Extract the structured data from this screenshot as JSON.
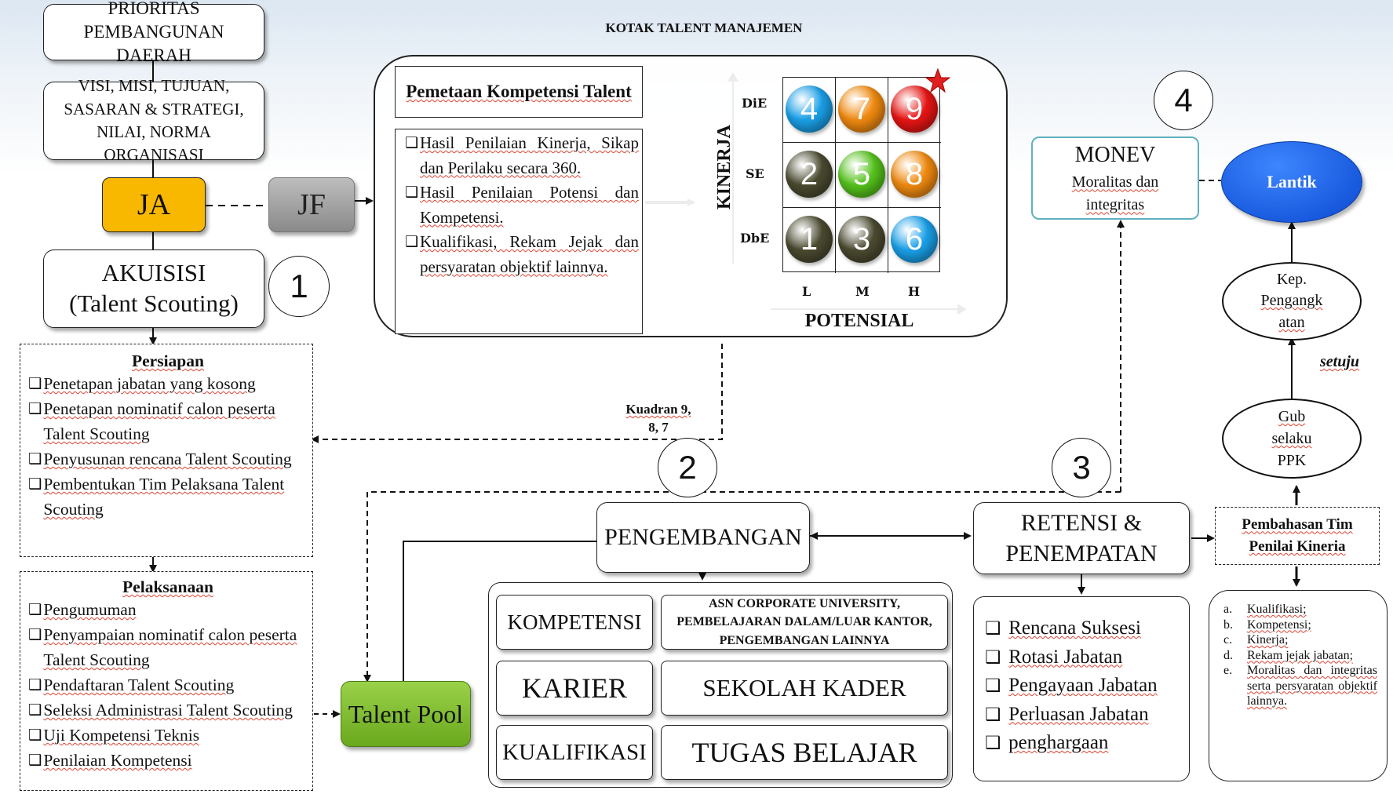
{
  "title": "KOTAK TALENT MANAJEMEN",
  "colors": {
    "ja": "#f9b800",
    "jf": "#9a9a9a",
    "talent_pool": "#7dbb2a",
    "lantik": "#0a55e0",
    "monev_border": "#5fb0c0"
  },
  "left": {
    "prioritas": "PRIORITAS PEMBANGUNAN DAERAH",
    "visi": "VISI, MISI, TUJUAN, SASARAN & STRATEGI, NILAI, NORMA ORGANISASI",
    "ja": "JA",
    "jf": "JF",
    "akuisisi_line1": "AKUISISI",
    "akuisisi_line2": "(Talent Scouting)",
    "step1": "1"
  },
  "persiapan": {
    "title": "Persiapan",
    "items": [
      "Penetapan jabatan yang kosong",
      "Penetapan nominatif calon peserta Talent Scouting",
      "Penyusunan rencana Talent Scouting",
      "Pembentukan Tim Pelaksana Talent Scouting"
    ]
  },
  "pelaksanaan": {
    "title": "Pelaksanaan",
    "items": [
      "Pengumuman",
      "Penyampaian nominatif calon peserta Talent Scouting",
      "Pendaftaran Talent Scouting",
      "Seleksi Administrasi Talent Scouting",
      "Uji Kompetensi Teknis",
      "Penilaian Kompetensi"
    ]
  },
  "pemetaan": {
    "title": "Pemetaan Kompetensi Talent",
    "items": [
      "Hasil Penilaian Kinerja, Sikap dan Perilaku secara 360.",
      "Hasil Penilaian Potensi dan Kompetensi.",
      "Kualifikasi, Rekam Jejak dan persyaratan objektif lainnya."
    ]
  },
  "matrix": {
    "y_label": "KINERJA",
    "x_label": "POTENSIAL",
    "rows": [
      "DiE",
      "SE",
      "DbE"
    ],
    "cols": [
      "L",
      "M",
      "H"
    ],
    "cells": [
      {
        "n": "4",
        "color": "#1aa0e8"
      },
      {
        "n": "7",
        "color": "#f08a10"
      },
      {
        "n": "9",
        "color": "#e81515"
      },
      {
        "n": "2",
        "color": "#4b4a30"
      },
      {
        "n": "5",
        "color": "#55c21c"
      },
      {
        "n": "8",
        "color": "#f08a10"
      },
      {
        "n": "1",
        "color": "#4b4a30"
      },
      {
        "n": "3",
        "color": "#4b4a30"
      },
      {
        "n": "6",
        "color": "#1aa0e8"
      }
    ]
  },
  "kuadran_line1": "Kuadran 9,",
  "kuadran_line2": "8, 7",
  "steps": {
    "s2": "2",
    "s3": "3",
    "s4": "4"
  },
  "talent_pool": "Talent Pool",
  "pengembangan": {
    "title": "PENGEMBANGAN",
    "rows": [
      {
        "left": "KOMPETENSI",
        "right": "ASN CORPORATE UNIVERSITY, PEMBELAJARAN DALAM/LUAR KANTOR, PENGEMBANGAN LAINNYA"
      },
      {
        "left": "KARIER",
        "right": "SEKOLAH KADER"
      },
      {
        "left": "KUALIFIKASI",
        "right": "TUGAS BELAJAR"
      }
    ]
  },
  "retensi": {
    "line1": "RETENSI &",
    "line2": "PENEMPATAN",
    "items": [
      "Rencana Suksesi",
      "Rotasi Jabatan",
      "Pengayaan Jabatan",
      "Perluasan Jabatan",
      "penghargaan"
    ]
  },
  "monev": {
    "title": "MONEV",
    "line1": "Moralitas dan",
    "line2": "integritas"
  },
  "right": {
    "lantik": "Lantik",
    "kep_l1": "Kep.",
    "kep_l2": "Pengangk",
    "kep_l3": "atan",
    "setuju": "setuju",
    "gub_l1": "Gub",
    "gub_l2": "selaku",
    "gub_l3": "PPK",
    "pembahasan_l1": "Pembahasan Tim",
    "pembahasan_l2": "Penilai Kineria",
    "list": [
      {
        "m": "a.",
        "t": "Kualifikasi;"
      },
      {
        "m": "b.",
        "t": "Kompetensi;"
      },
      {
        "m": "c.",
        "t": "Kinerja;"
      },
      {
        "m": "d.",
        "t": "Rekam jejak jabatan;"
      },
      {
        "m": "e.",
        "t": "Moralitas dan integritas serta persyaratan objektif lainnya."
      }
    ]
  }
}
